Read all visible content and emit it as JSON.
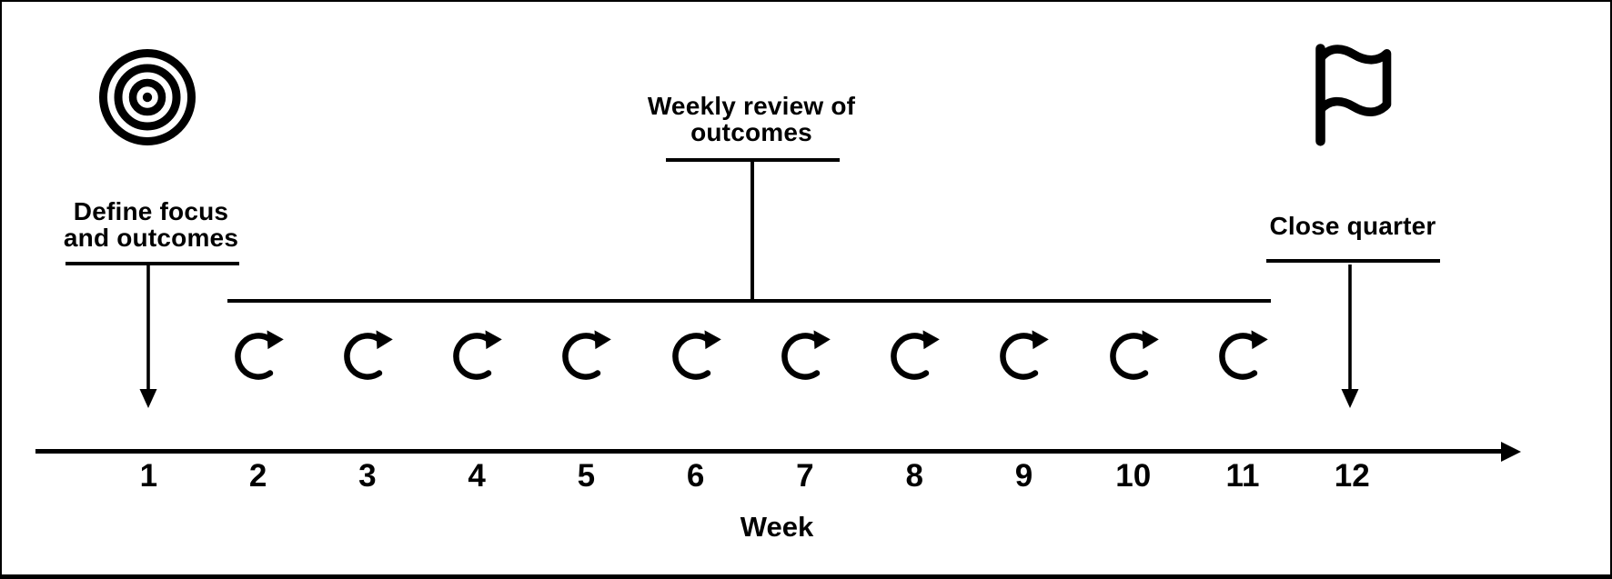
{
  "milestones": {
    "start": {
      "icon": "target-icon",
      "line1": "Define focus",
      "line2": "and outcomes",
      "week": "1"
    },
    "review": {
      "icon": "clockwise-arrow-icon",
      "line1": "Weekly review of",
      "line2": "outcomes"
    },
    "end": {
      "icon": "flag-icon",
      "line1": "Close quarter",
      "week": "12"
    }
  },
  "repeat": {
    "icon": "clockwise-arrow-icon",
    "weeks": [
      "2",
      "3",
      "4",
      "5",
      "6",
      "7",
      "8",
      "9",
      "10",
      "11"
    ]
  },
  "axis": {
    "label": "Week",
    "ticks": [
      "1",
      "2",
      "3",
      "4",
      "5",
      "6",
      "7",
      "8",
      "9",
      "10",
      "11",
      "12"
    ]
  },
  "colors": {
    "ink": "#000000",
    "background": "#ffffff"
  }
}
